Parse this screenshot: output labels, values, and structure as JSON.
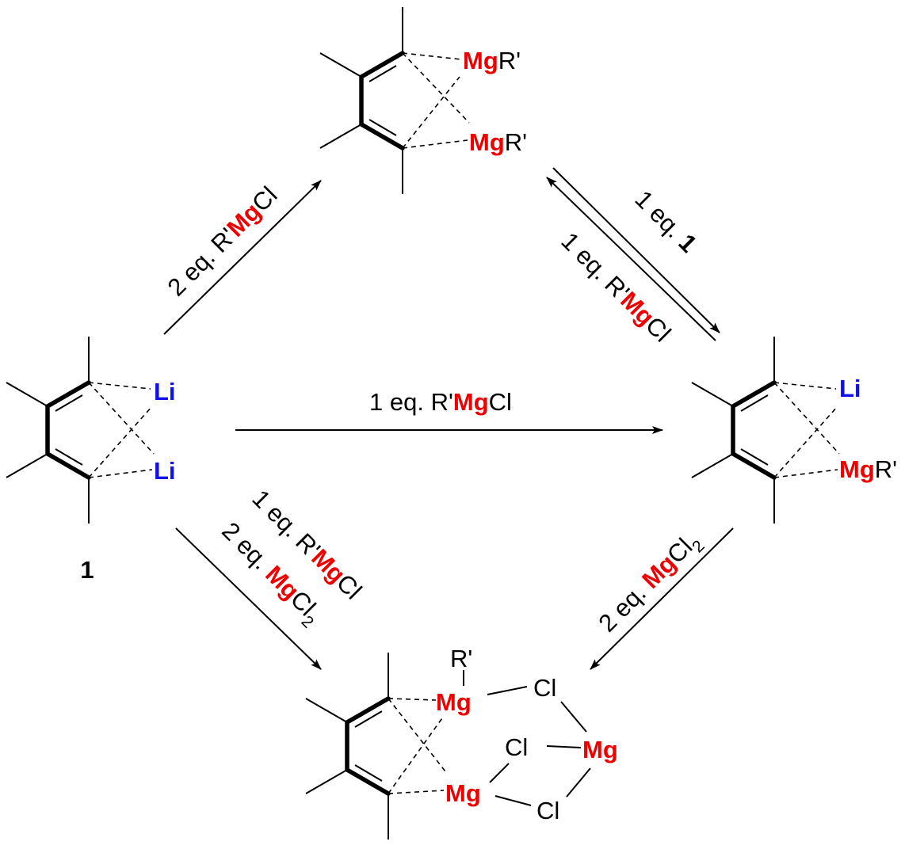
{
  "colors": {
    "magnesium": "#ee0000",
    "lithium": "#1010ee",
    "bond": "#000000"
  },
  "atoms": {
    "mg": "Mg",
    "li": "Li",
    "r": "R'",
    "cl": "Cl"
  },
  "compound_label": "1",
  "reagents": {
    "to_top": {
      "pre": "2 eq. R'",
      "mg": "Mg",
      "post": "Cl"
    },
    "eq_back": {
      "pre": "1 eq. ",
      "bold": "1"
    },
    "eq_forward": {
      "pre": "1 eq. R'",
      "mg": "Mg",
      "post": "Cl"
    },
    "horizontal": {
      "pre": "1 eq. R'",
      "mg": "Mg",
      "post": "Cl"
    },
    "to_bottom_left_1": {
      "pre": "1 eq. R'",
      "mg": "Mg",
      "post": "Cl"
    },
    "to_bottom_left_2": {
      "pre": "2 eq. ",
      "mg": "Mg",
      "post": "Cl",
      "sub": "2"
    },
    "to_bottom_right": {
      "pre": "2 eq. ",
      "mg": "Mg",
      "post": "Cl",
      "sub": "2"
    }
  }
}
